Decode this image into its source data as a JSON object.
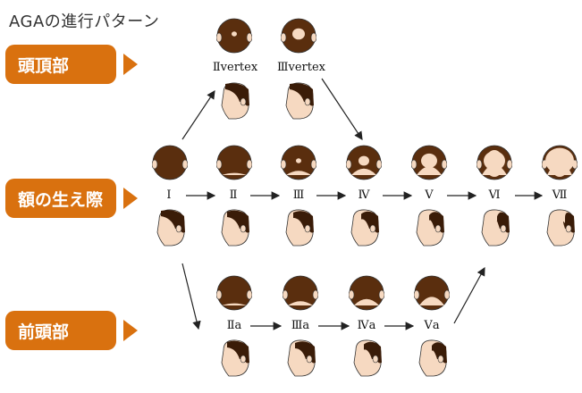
{
  "title": "AGAの進行パターン",
  "colors": {
    "badge": "#d9710f",
    "hair": "#5a2e0e",
    "hair_dark": "#3a1c08",
    "skin": "#f6d9c1",
    "outline": "#333333",
    "arrow": "#222222"
  },
  "badges": [
    {
      "label": "頭頂部"
    },
    {
      "label": "額の生え際"
    },
    {
      "label": "前頭部"
    }
  ],
  "stages": {
    "s1": {
      "label": "Ⅰ"
    },
    "s2": {
      "label": "Ⅱ"
    },
    "s3": {
      "label": "Ⅲ"
    },
    "s4": {
      "label": "Ⅳ"
    },
    "s5": {
      "label": "Ⅴ"
    },
    "s6": {
      "label": "Ⅵ"
    },
    "s7": {
      "label": "Ⅶ"
    },
    "s2v": {
      "label": "Ⅱvertex"
    },
    "s3v": {
      "label": "Ⅲvertex"
    },
    "s2a": {
      "label": "Ⅱa"
    },
    "s3a": {
      "label": "Ⅲa"
    },
    "s4a": {
      "label": "Ⅳa"
    },
    "s5a": {
      "label": "Ⅴa"
    }
  }
}
